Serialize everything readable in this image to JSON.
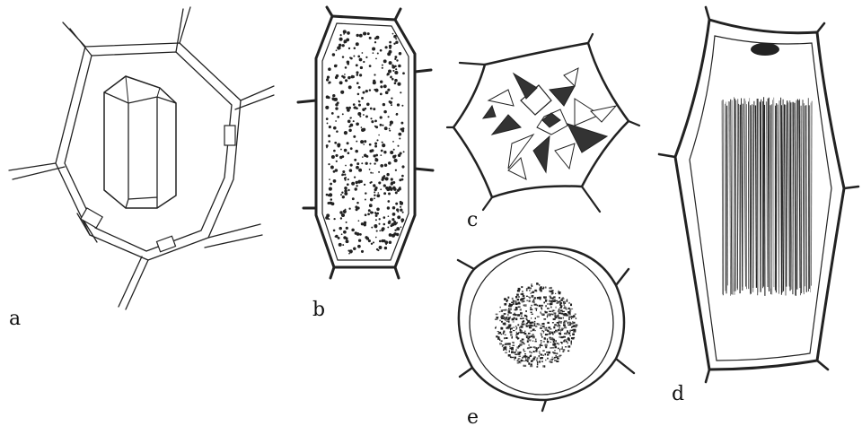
{
  "figure": {
    "panels": [
      {
        "id": "a",
        "label": "a"
      },
      {
        "id": "b",
        "label": "b"
      },
      {
        "id": "c",
        "label": "c"
      },
      {
        "id": "d",
        "label": "d"
      },
      {
        "id": "e",
        "label": "e"
      }
    ],
    "colors": {
      "ink": "#222222",
      "background": "#ffffff"
    }
  }
}
